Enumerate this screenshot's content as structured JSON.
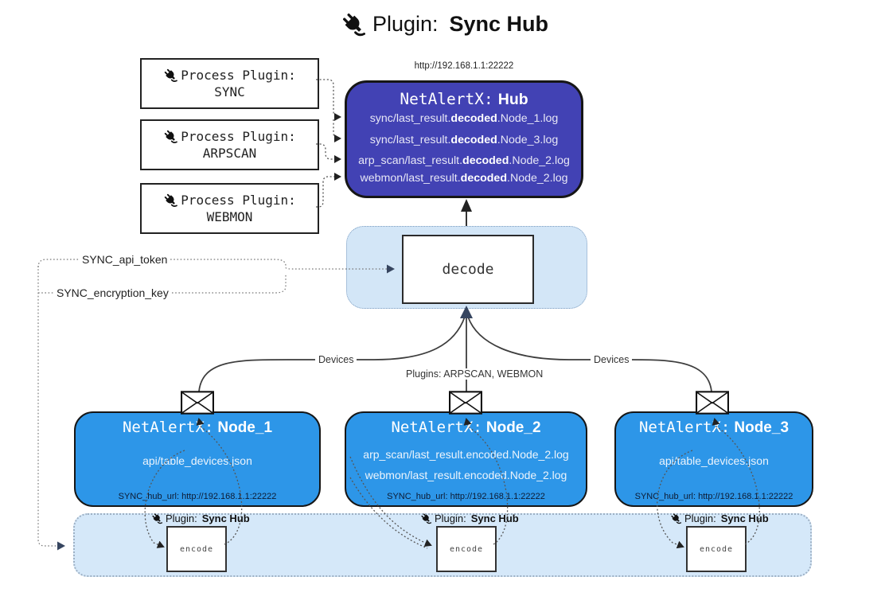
{
  "title": {
    "label": "Plugin:",
    "name": "Sync Hub"
  },
  "process_plugins": {
    "items": [
      {
        "label": "Process Plugin:",
        "name": "SYNC"
      },
      {
        "label": "Process Plugin:",
        "name": "ARPSCAN"
      },
      {
        "label": "Process Plugin:",
        "name": "WEBMON"
      }
    ]
  },
  "hub": {
    "url": "http://192.168.1.1:22222",
    "title_label": "NetAlertX:",
    "title_name": "Hub",
    "logs": [
      {
        "pre": "sync/last_result.",
        "bold": "decoded",
        "post": ".Node_1.log"
      },
      {
        "pre": "sync/last_result.",
        "bold": "decoded",
        "post": ".Node_3.log"
      },
      {
        "pre": "arp_scan/last_result.",
        "bold": "decoded",
        "post": ".Node_2.log"
      },
      {
        "pre": "webmon/last_result.",
        "bold": "decoded",
        "post": ".Node_2.log"
      }
    ]
  },
  "decode": {
    "label": "decode"
  },
  "settings": {
    "api_token": "SYNC_api_token",
    "encryption_key": "SYNC_encryption_key"
  },
  "edges": {
    "devices_left": "Devices",
    "devices_right": "Devices",
    "plugins_center": "Plugins: ARPSCAN, WEBMON"
  },
  "nodes": [
    {
      "title_label": "NetAlertX:",
      "title_name": "Node_1",
      "files": [
        "api/table_devices.json"
      ],
      "hub_url": "SYNC_hub_url: http://192.168.1.1:22222"
    },
    {
      "title_label": "NetAlertX:",
      "title_name": "Node_2",
      "files": [
        "arp_scan/last_result.encoded.Node_2.log",
        "webmon/last_result.encoded.Node_2.log"
      ],
      "hub_url": "SYNC_hub_url: http://192.168.1.1:22222"
    },
    {
      "title_label": "NetAlertX:",
      "title_name": "Node_3",
      "files": [
        "api/table_devices.json"
      ],
      "hub_url": "SYNC_hub_url: http://192.168.1.1:22222"
    }
  ],
  "encoders": [
    {
      "label": "Plugin:",
      "name": "Sync Hub",
      "action": "encode"
    },
    {
      "label": "Plugin:",
      "name": "Sync Hub",
      "action": "encode"
    },
    {
      "label": "Plugin:",
      "name": "Sync Hub",
      "action": "encode"
    }
  ],
  "colors": {
    "hub_fill": "#4242b4",
    "node_fill": "#2d96e8",
    "container_fill": "#d5e8f9",
    "border_dark": "#161616",
    "line_gray": "#555555",
    "arrow_slate": "#36455f",
    "text_light": "#e7e7f6"
  }
}
